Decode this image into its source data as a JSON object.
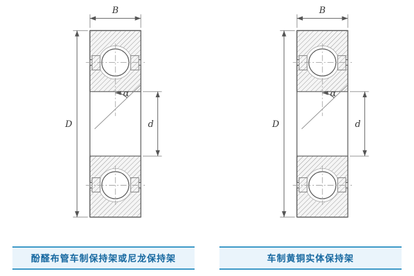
{
  "figures": [
    {
      "caption": "酚醛布管车制保持架或尼龙保持架",
      "labels": {
        "width": "B",
        "outer_diameter": "D",
        "bore_diameter": "d",
        "contact_angle": "α"
      }
    },
    {
      "caption": "车制黄铜实体保持架",
      "labels": {
        "width": "B",
        "outer_diameter": "D",
        "bore_diameter": "d",
        "contact_angle": "α"
      }
    }
  ],
  "colors": {
    "caption_text": "#1668a0",
    "caption_line": "#3f9ac8",
    "caption_bg": "#eaf4fb",
    "drawing_line": "#555555",
    "background": "#ffffff"
  }
}
